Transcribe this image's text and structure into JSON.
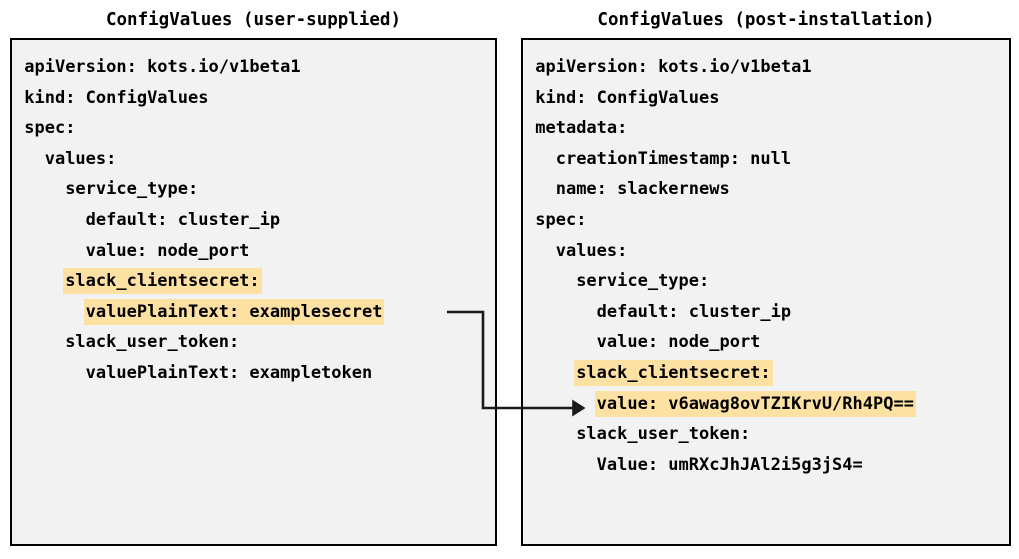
{
  "panels": [
    {
      "id": "user-supplied",
      "title": "ConfigValues (user-supplied)",
      "lines": [
        {
          "indent": 0,
          "text": "apiVersion: kots.io/v1beta1",
          "highlight": false
        },
        {
          "indent": 0,
          "text": "kind: ConfigValues",
          "highlight": false
        },
        {
          "indent": 0,
          "text": "spec:",
          "highlight": false
        },
        {
          "indent": 1,
          "text": "values:",
          "highlight": false
        },
        {
          "indent": 2,
          "text": "service_type:",
          "highlight": false
        },
        {
          "indent": 3,
          "text": "default: cluster_ip",
          "highlight": false
        },
        {
          "indent": 3,
          "text": "value: node_port",
          "highlight": false
        },
        {
          "indent": 2,
          "text": "slack_clientsecret:",
          "highlight": true
        },
        {
          "indent": 3,
          "text": "valuePlainText: examplesecret",
          "highlight": true
        },
        {
          "indent": 2,
          "text": "slack_user_token:",
          "highlight": false
        },
        {
          "indent": 3,
          "text": "valuePlainText: exampletoken",
          "highlight": false
        }
      ]
    },
    {
      "id": "post-installation",
      "title": "ConfigValues (post-installation)",
      "lines": [
        {
          "indent": 0,
          "text": "apiVersion: kots.io/v1beta1",
          "highlight": false
        },
        {
          "indent": 0,
          "text": "kind: ConfigValues",
          "highlight": false
        },
        {
          "indent": 0,
          "text": "metadata:",
          "highlight": false
        },
        {
          "indent": 1,
          "text": "creationTimestamp: null",
          "highlight": false
        },
        {
          "indent": 1,
          "text": "name: slackernews",
          "highlight": false
        },
        {
          "indent": 0,
          "text": "spec:",
          "highlight": false
        },
        {
          "indent": 1,
          "text": "values:",
          "highlight": false
        },
        {
          "indent": 2,
          "text": "service_type:",
          "highlight": false
        },
        {
          "indent": 3,
          "text": "default: cluster_ip",
          "highlight": false
        },
        {
          "indent": 3,
          "text": "value: node_port",
          "highlight": false
        },
        {
          "indent": 2,
          "text": "slack_clientsecret:",
          "highlight": true
        },
        {
          "indent": 3,
          "text": "value: v6awag8ovTZIKrvU/Rh4PQ==",
          "highlight": true
        },
        {
          "indent": 2,
          "text": "slack_user_token:",
          "highlight": false
        },
        {
          "indent": 3,
          "text": "Value: umRXcJhJAl2i5g3jS4=",
          "highlight": false
        }
      ]
    }
  ],
  "connector": {
    "name": "secret-encryption-arrow",
    "from_label": "valuePlainText: examplesecret",
    "to_label": "value: v6awag8ovTZIKrvU/Rh4PQ==",
    "color": "#1a1a1a"
  },
  "colors": {
    "highlight": "#fce1a3",
    "panel_background": "#f2f2f2",
    "panel_border": "#000000",
    "text": "#000000",
    "page_background": "#ffffff"
  }
}
